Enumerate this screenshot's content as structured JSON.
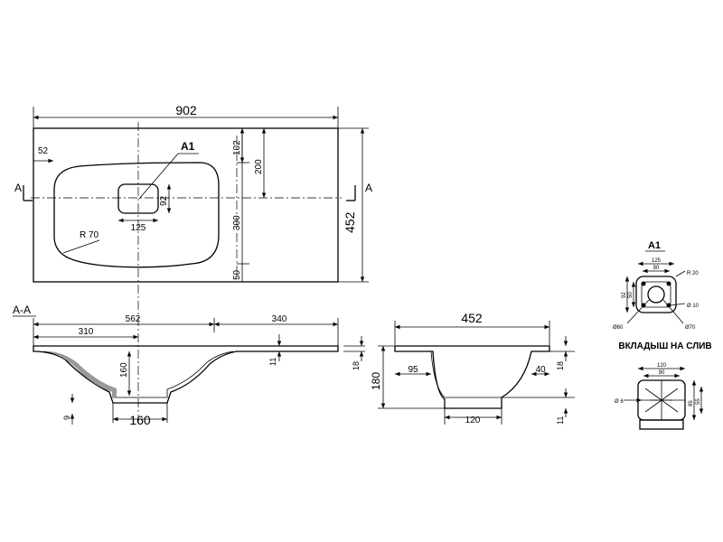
{
  "top_view": {
    "width": "902",
    "depth": "452",
    "edge_offset": "52",
    "dim_102": "102",
    "dim_200": "200",
    "dim_300": "300",
    "dim_50": "50",
    "drain_width": "125",
    "drain_height": "92",
    "radius": "R 70",
    "detail_ref": "A1",
    "section_left": "A",
    "section_right": "A"
  },
  "section_aa": {
    "label": "A-A",
    "dim_562": "562",
    "dim_310": "310",
    "dim_340": "340",
    "depth_160": "160",
    "dim_11": "11",
    "dim_9": "9",
    "drain_width": "160",
    "dim_18": "18"
  },
  "side_view": {
    "width": "452",
    "dim_95": "95",
    "dim_40": "40",
    "height": "180",
    "dim_18": "18",
    "drain_width": "120",
    "dim_11": "11"
  },
  "detail_a1": {
    "title": "A1",
    "dim_125": "125",
    "dim_90": "90",
    "dim_r20": "R 20",
    "dim_92": "92",
    "dim_50": "50",
    "dim_d10": "Ø 10",
    "dim_d60": "Ø60",
    "dim_d70": "Ø70"
  },
  "insert": {
    "title": "ВКЛАДЫШ НА СЛИВ",
    "dim_120": "120",
    "dim_90": "90",
    "dim_d6": "Ø 6",
    "dim_85": "85",
    "dim_55": "55"
  }
}
